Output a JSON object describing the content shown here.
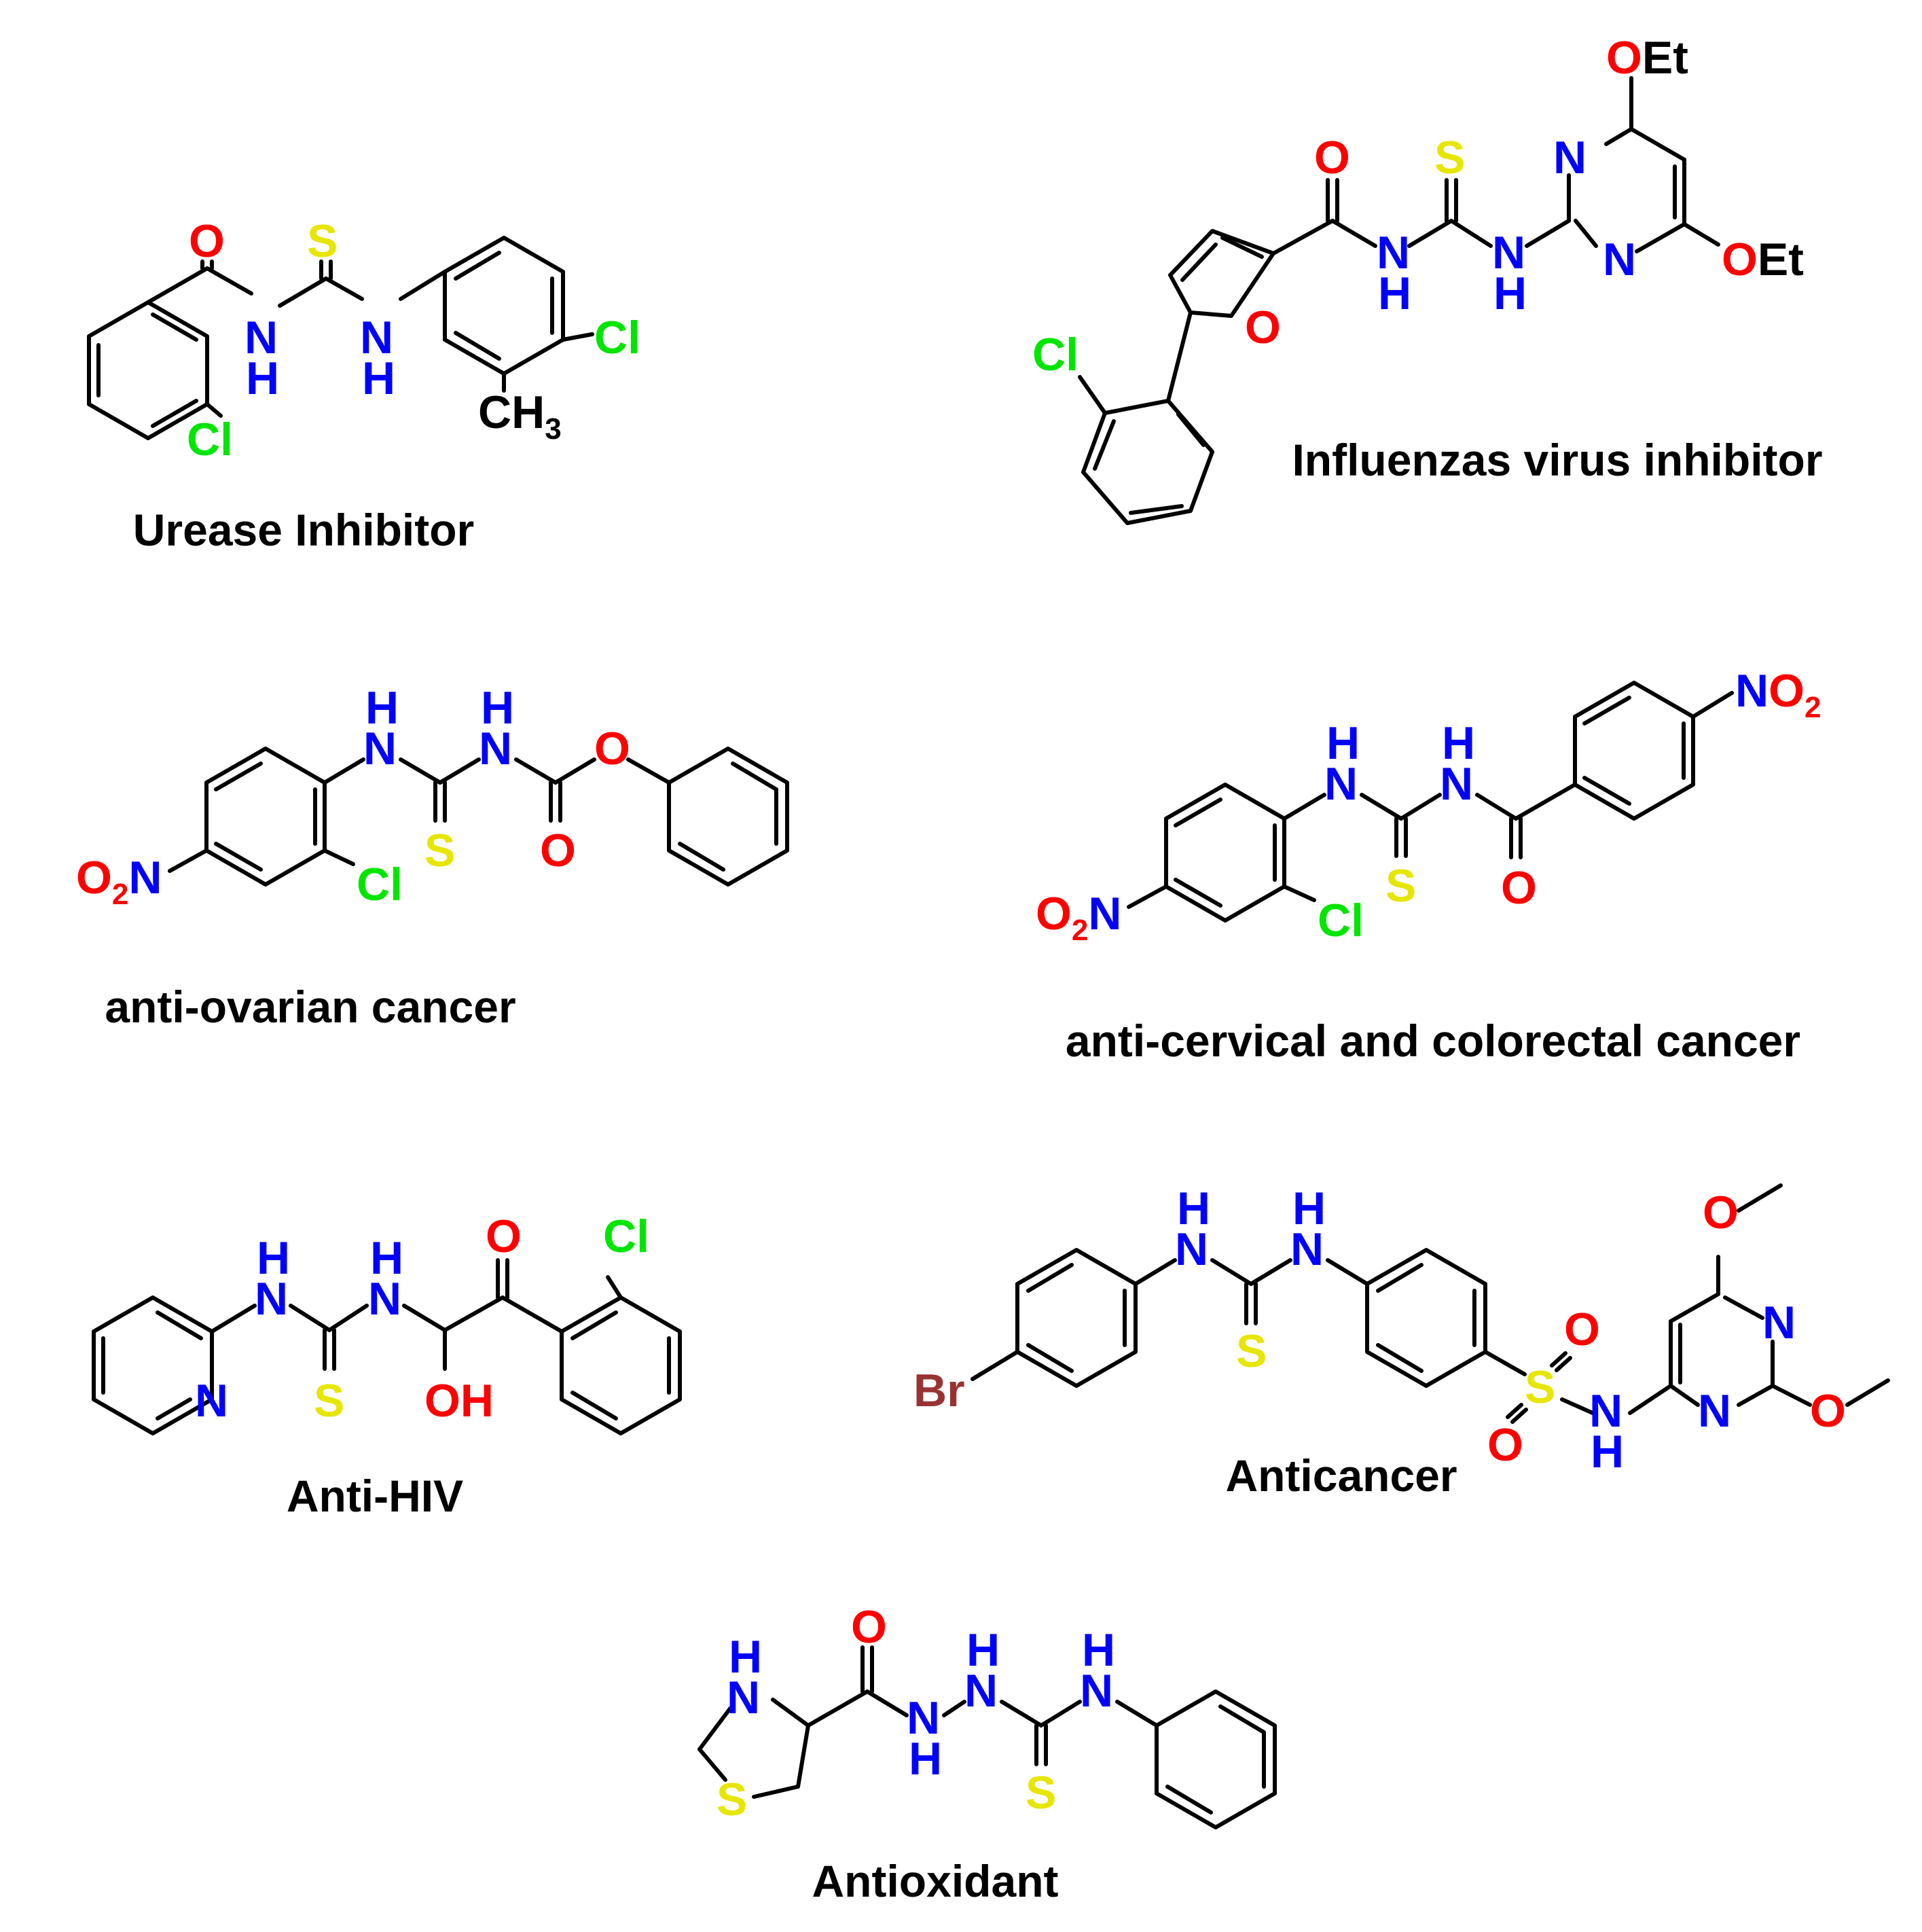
{
  "colors": {
    "oxygen": "#ff0000",
    "nitrogen": "#0000ff",
    "sulfur": "#e6e600",
    "chlorine": "#00e600",
    "bromine": "#993333",
    "carbon": "#000000"
  },
  "compounds": [
    {
      "caption": "Urease Inhibitor",
      "atoms": [
        "O",
        "S",
        "N",
        "H",
        "N",
        "H",
        "Cl",
        "Cl",
        "CH",
        "3"
      ]
    },
    {
      "caption": "Influenzas virus inhibitor",
      "atoms": [
        "O",
        "S",
        "N",
        "H",
        "N",
        "H",
        "N",
        "N",
        "O",
        "Cl",
        "O",
        "Et",
        "O",
        "Et"
      ]
    },
    {
      "caption": "anti-ovarian cancer",
      "atoms": [
        "H",
        "N",
        "H",
        "N",
        "O",
        "S",
        "O",
        "O",
        "2",
        "N",
        "Cl"
      ]
    },
    {
      "caption": "anti-cervical and colorectal cancer",
      "atoms": [
        "H",
        "N",
        "H",
        "N",
        "S",
        "O",
        "O",
        "2",
        "N",
        "Cl",
        "N",
        "O",
        "2"
      ]
    },
    {
      "caption": "Anti-HIV",
      "atoms": [
        "H",
        "N",
        "H",
        "N",
        "O",
        "Cl",
        "N",
        "S",
        "OH"
      ]
    },
    {
      "caption": "Anticancer",
      "atoms": [
        "H",
        "N",
        "H",
        "N",
        "S",
        "Br",
        "S",
        "O",
        "O",
        "N",
        "H",
        "O",
        "N",
        "N",
        "O"
      ]
    },
    {
      "caption": "Antioxidant",
      "atoms": [
        "H",
        "N",
        "S",
        "O",
        "N",
        "H",
        "H",
        "N",
        "H",
        "N",
        "S"
      ]
    }
  ]
}
